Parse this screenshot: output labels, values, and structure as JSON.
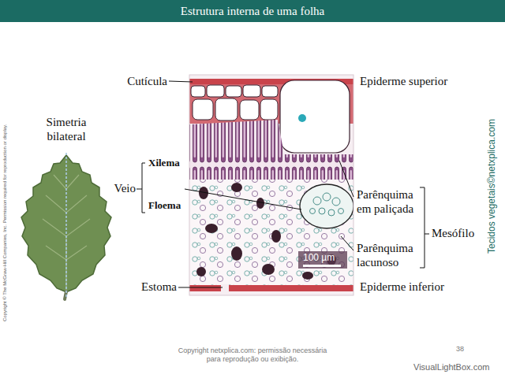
{
  "diagram": {
    "title": "Estrutura interna de uma folha",
    "labels": [
      "Copyright © The McGraw-Hill Companies, Inc. Permission required for reproduction or display.",
      "Simetria bilateral",
      "Cutícula",
      "Epiderme superior",
      "Xilema",
      "Veio",
      "Floema",
      "Parênquima em paliçada",
      "Mesófilo",
      "Parênquima lacunoso",
      "Estoma",
      "Epiderme inferior",
      "100 µm",
      "Tecidos vegetais©netxplica.com",
      "Copyright netxplica.com: permissão necessária para reprodução ou exibição.",
      "38",
      "VisualLightBox.com"
    ]
  }
}
